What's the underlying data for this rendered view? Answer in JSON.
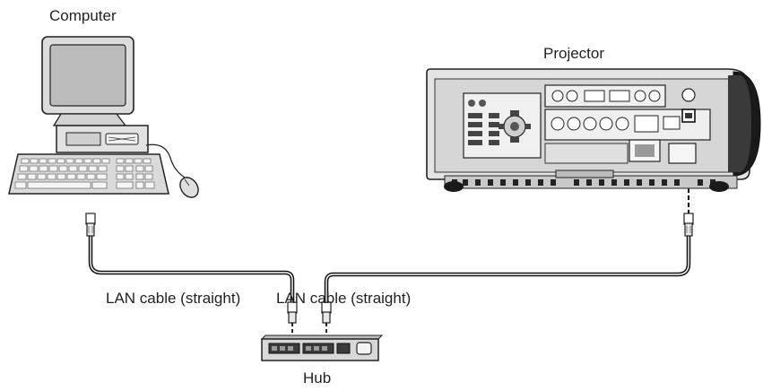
{
  "labels": {
    "computer": "Computer",
    "projector": "Projector",
    "cable_left": "LAN cable (straight)",
    "cable_right": "LAN cable (straight)",
    "hub": "Hub"
  }
}
